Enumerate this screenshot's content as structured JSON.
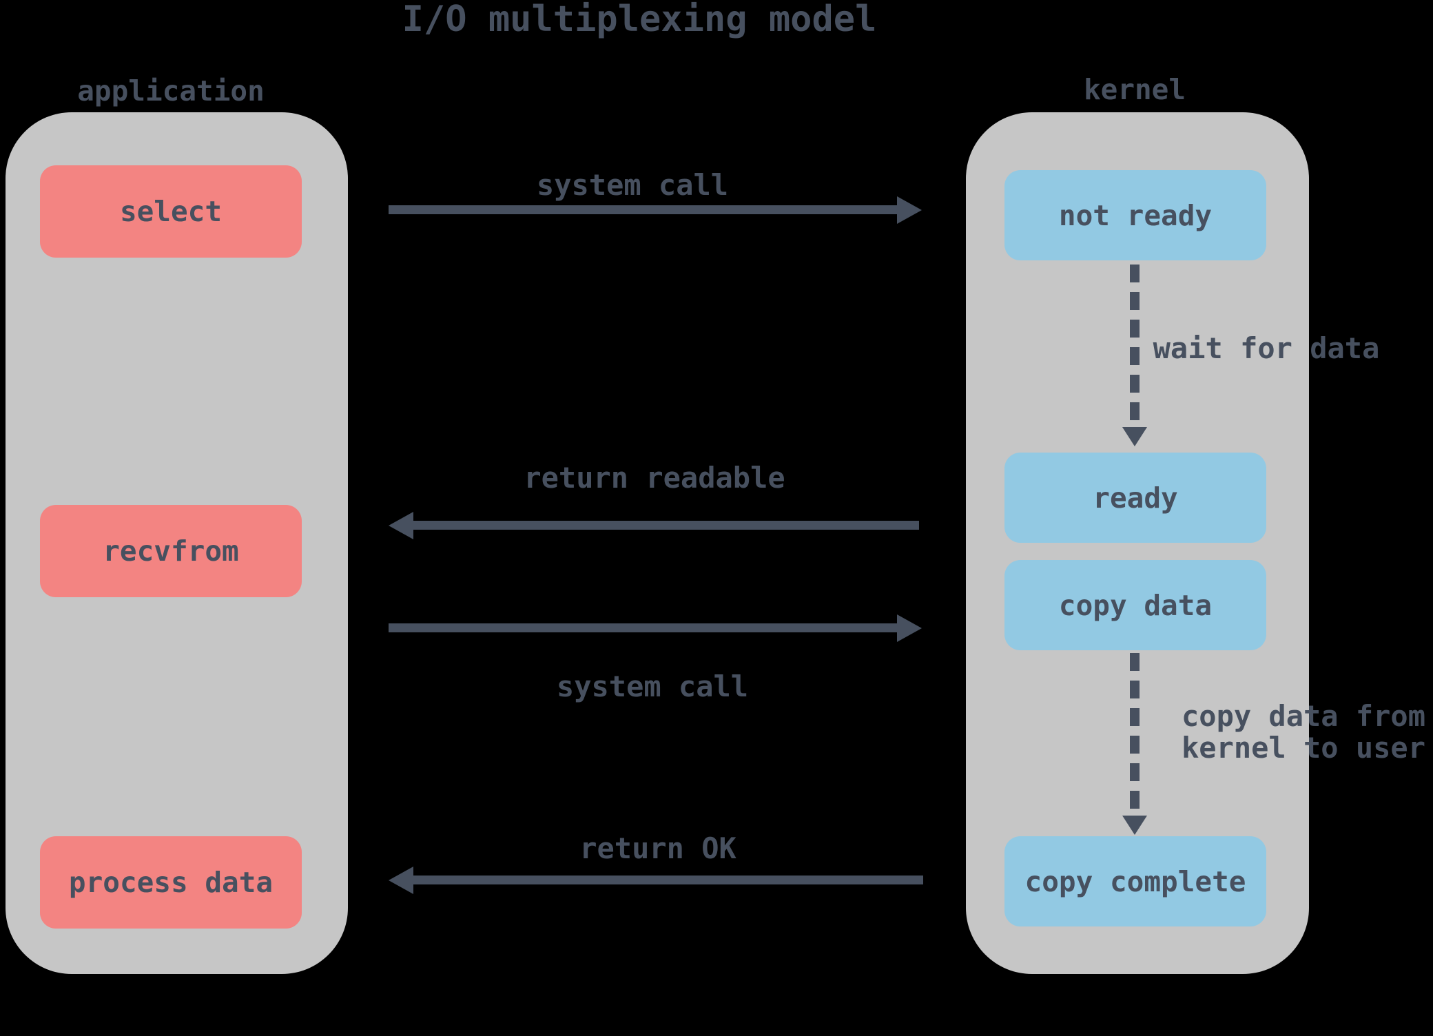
{
  "title": "I/O multiplexing model",
  "colors": {
    "background": "#000000",
    "ink": "#47505f",
    "container-gray": "#c6c6c6",
    "app-red": "#f38482",
    "kernel-blue": "#92c9e3"
  },
  "application": {
    "label": "application",
    "boxes": [
      {
        "id": "select",
        "label": "select"
      },
      {
        "id": "recvfrom",
        "label": "recvfrom"
      },
      {
        "id": "process-data",
        "label": "process data"
      }
    ]
  },
  "kernel": {
    "label": "kernel",
    "boxes": [
      {
        "id": "not-ready",
        "label": "not ready"
      },
      {
        "id": "ready",
        "label": "ready"
      },
      {
        "id": "copy-data",
        "label": "copy data"
      },
      {
        "id": "copy-complete",
        "label": "copy complete"
      }
    ]
  },
  "arrows": [
    {
      "label": "system call",
      "direction": "right",
      "from": "select",
      "to": "not ready"
    },
    {
      "label": "return readable",
      "direction": "left",
      "from": "ready",
      "to": "recvfrom"
    },
    {
      "label": "system call",
      "direction": "right",
      "from": "recvfrom",
      "to": "copy data"
    },
    {
      "label": "return OK",
      "direction": "left",
      "from": "copy complete",
      "to": "process data"
    }
  ],
  "kernel_flows": [
    {
      "label": "wait for data",
      "from": "not ready",
      "to": "ready"
    },
    {
      "label_lines": [
        "copy data from",
        "kernel to user"
      ],
      "from": "copy data",
      "to": "copy complete"
    }
  ]
}
